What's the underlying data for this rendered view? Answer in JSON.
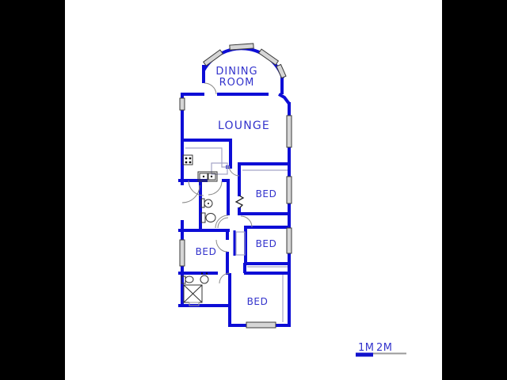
{
  "colors": {
    "wall": "#0d0dd6",
    "label": "#3333cc",
    "window_fill": "#d6d6d6",
    "window_edge": "#3a3a3a",
    "door": "#888888",
    "counter": "#a3a3c6",
    "fixture": "#333333",
    "scale_bar_blue": "#1111cc",
    "scale_bar_gray": "#9a9a9a",
    "letterbox": "#000000"
  },
  "rooms": {
    "dining": {
      "line1": "DINING",
      "line2": "ROOM"
    },
    "lounge": {
      "label": "LOUNGE"
    },
    "bed_top": {
      "label": "BED"
    },
    "bed_middle": {
      "label": "BED"
    },
    "bed_left": {
      "label": "BED"
    },
    "bed_bottom": {
      "label": "BED"
    }
  },
  "scale": {
    "label_1m": "1M",
    "label_2m": "2M"
  }
}
